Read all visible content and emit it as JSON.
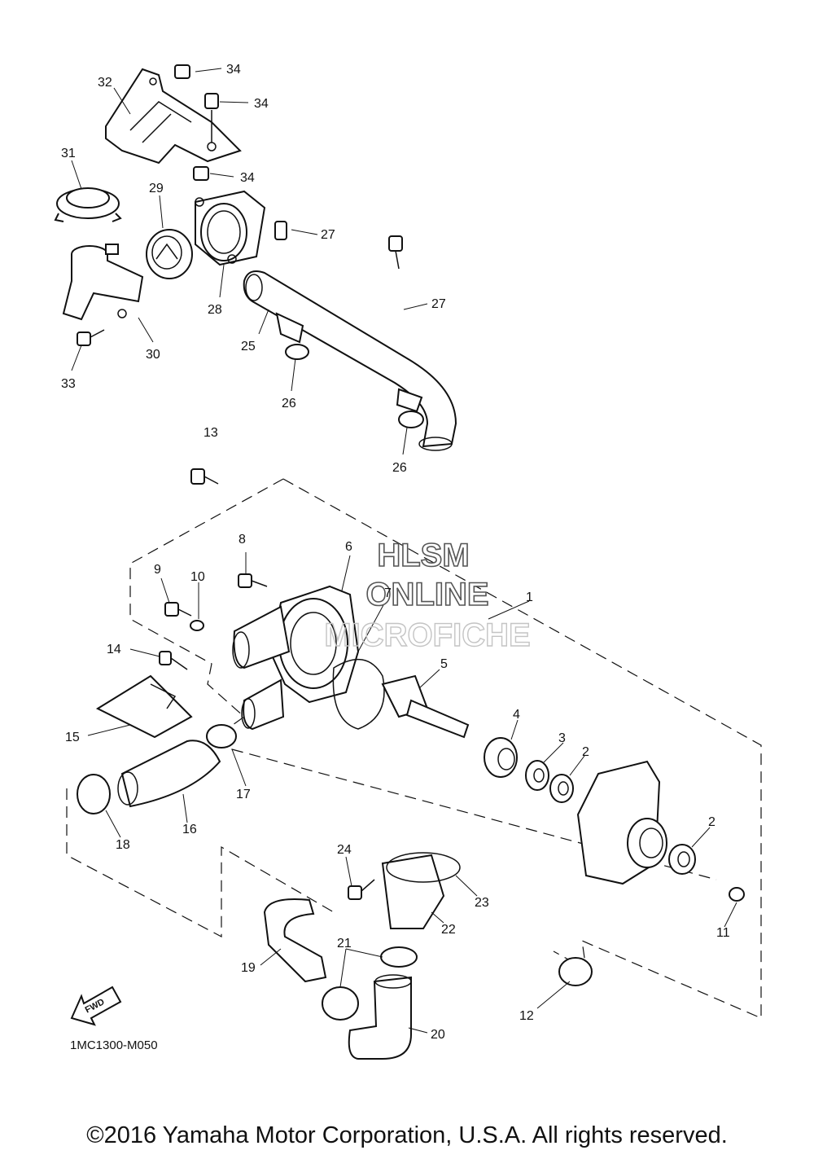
{
  "callouts": {
    "n1": "1",
    "n2a": "2",
    "n2b": "2",
    "n3": "3",
    "n4": "4",
    "n5": "5",
    "n6": "6",
    "n7": "7",
    "n8": "8",
    "n9": "9",
    "n10": "10",
    "n11": "11",
    "n12": "12",
    "n13": "13",
    "n14": "14",
    "n15": "15",
    "n16": "16",
    "n17": "17",
    "n18": "18",
    "n19": "19",
    "n20": "20",
    "n21": "21",
    "n22": "22",
    "n23": "23",
    "n24": "24",
    "n25": "25",
    "n26a": "26",
    "n26b": "26",
    "n27a": "27",
    "n27b": "27",
    "n28": "28",
    "n29": "29",
    "n30": "30",
    "n31": "31",
    "n32": "32",
    "n33": "33",
    "n34a": "34",
    "n34b": "34",
    "n34c": "34"
  },
  "watermark": {
    "line1": "HLSM",
    "line2": "ONLINE",
    "line3": "MICROFICHE"
  },
  "fwd_label": "FWD",
  "diagram_code": "1MC1300-M050",
  "copyright": "©2016 Yamaha Motor Corporation, U.S.A. All rights reserved."
}
